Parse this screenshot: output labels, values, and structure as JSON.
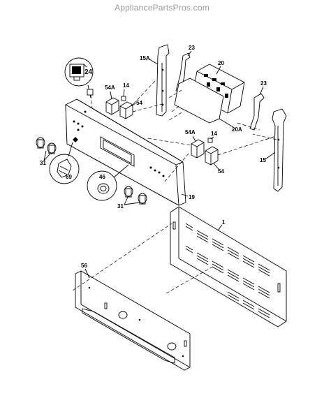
{
  "watermark": "AppliancePartsPros.com",
  "labels": {
    "p24": "24",
    "p15a": "15A",
    "p23a": "23",
    "p20": "20",
    "p23b": "23",
    "p54a_top": "54A",
    "p14_top": "14",
    "p54_top": "54",
    "p20a": "20A",
    "p54a_mid": "54A",
    "p14_mid": "14",
    "p15": "15",
    "p54_mid": "54",
    "p31_left": "31",
    "p69": "69",
    "p46": "46",
    "p19": "19",
    "p31_bottom": "31",
    "p1": "1",
    "p56": "56"
  }
}
